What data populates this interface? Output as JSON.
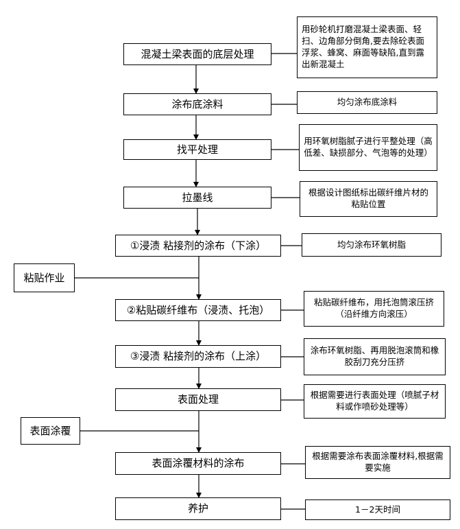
{
  "steps": [
    "混凝土梁表面的底层处理",
    "涂布底涂料",
    "找平处理",
    "拉墨线",
    "①浸渍 粘接剂的涂布（下涂）",
    "②粘贴碳纤维布（浸渍、托泡）",
    "③浸渍 粘接剂的涂布（上涂）",
    "表面处理",
    "表面涂覆材料的涂布",
    "养护"
  ],
  "notes": [
    "用砂轮机打磨混凝土梁表面、轻扫、边角部分倒角,要去除砼表面浮浆、蜂窝、麻面等缺陷,直到露出新混凝土",
    "均匀涂布底涂料",
    "用环氧树脂腻子进行平整处理（高低差、缺损部分、气泡等的处理）",
    "根据设计图纸标出碳纤维片材的粘贴位置",
    "均匀涂布环氧树脂",
    "粘贴碳纤维布，用托泡筒滚压挤（沿纤维方向滚压）",
    "涂布环氧树脂、再用脱泡滚筒和橡胶刮刀充分压挤",
    "根据需要进行表面处理（喷腻子材料或作喷砂处理等）",
    "根据需要涂布表面涂覆材料,根据需要实施",
    "1－2天时间"
  ],
  "side_inputs": [
    "粘贴作业",
    "表面涂覆"
  ]
}
